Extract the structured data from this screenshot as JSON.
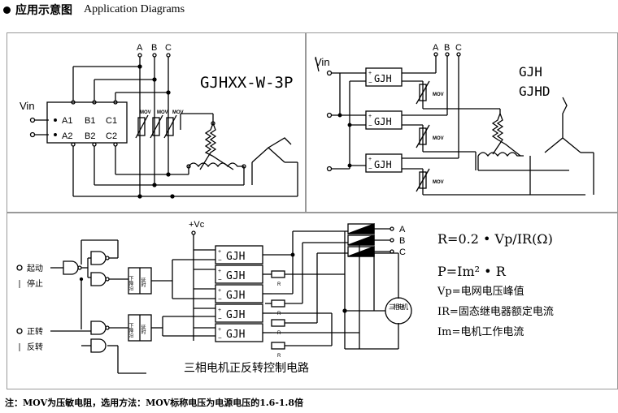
{
  "header": {
    "title_cn": "应用示意图",
    "title_en": "Application Diagrams"
  },
  "diagram1": {
    "model": "GJHXX-W-3P",
    "vin": "Vin",
    "phases": [
      "A",
      "B",
      "C"
    ],
    "terminals_top": [
      "A1",
      "B1",
      "C1"
    ],
    "terminals_bottom": [
      "A2",
      "B2",
      "C2"
    ],
    "mov": "MOV"
  },
  "diagram2": {
    "vin": "Vin",
    "phases": [
      "A",
      "B",
      "C"
    ],
    "module": "GJH",
    "mov": "MOV",
    "model1": "GJH",
    "model2": "GJHD"
  },
  "diagram3": {
    "vc": "+Vc",
    "start": "起动",
    "stop": "停止",
    "forward": "正转",
    "reverse": "反转",
    "falling_edge": "下降沿",
    "delay": "延时",
    "module": "GJH",
    "motor": "三相电机",
    "resistor": "R",
    "phases": [
      "A",
      "B",
      "C"
    ],
    "caption": "三相电机正反转控制电路",
    "formula1": "R=0.2 • Vp/IR(Ω)",
    "formula2": "P=Im² • R",
    "legend1": "Vp=电网电压峰值",
    "legend2": "IR=固态继电器额定电流",
    "legend3": "Im=电机工作电流"
  },
  "note": "注：MOV为压敏电阻，选用方法：MOV标称电压为电源电压的1.6-1.8倍"
}
